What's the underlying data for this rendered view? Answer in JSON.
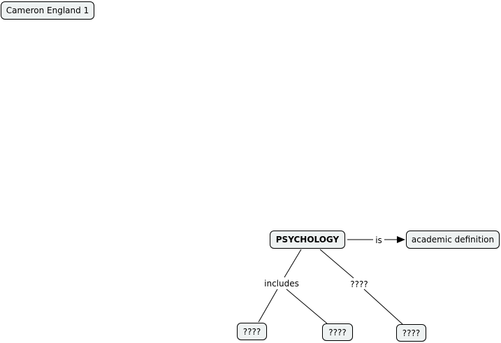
{
  "title_node": {
    "label": "Cameron England 1"
  },
  "concepts": {
    "root": {
      "label": "PSYCHOLOGY"
    },
    "definition": {
      "label": "academic definition"
    },
    "child_a": {
      "label": "????"
    },
    "child_b": {
      "label": "????"
    },
    "child_c": {
      "label": "????"
    }
  },
  "links": {
    "is": {
      "label": "is"
    },
    "includes": {
      "label": "includes"
    },
    "unknown": {
      "label": "????"
    }
  },
  "colors": {
    "node_fill": "#eef2f2",
    "node_border": "#000000",
    "line": "#000000",
    "background": "#ffffff"
  }
}
